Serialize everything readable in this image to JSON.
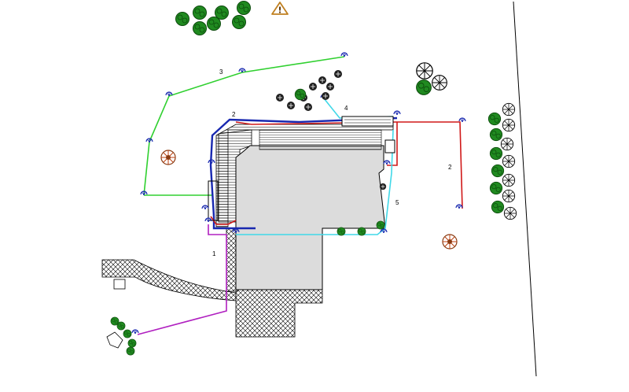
{
  "zones": [
    {
      "label": "1",
      "color": "#b020c0"
    },
    {
      "label": "2",
      "color": "#d01818"
    },
    {
      "label": "2",
      "color": "#1828b0"
    },
    {
      "label": "3",
      "color": "#30d030"
    },
    {
      "label": "4",
      "color": "#40d8e8"
    },
    {
      "label": "5",
      "color": "#40d8e8"
    }
  ],
  "warning": {
    "symbol": "!",
    "icon": "warning-triangle-icon",
    "color": "#c08020"
  },
  "colors": {
    "house_fill": "#dcdcdc",
    "shrub_green": "#208a20",
    "line": "#000000"
  }
}
